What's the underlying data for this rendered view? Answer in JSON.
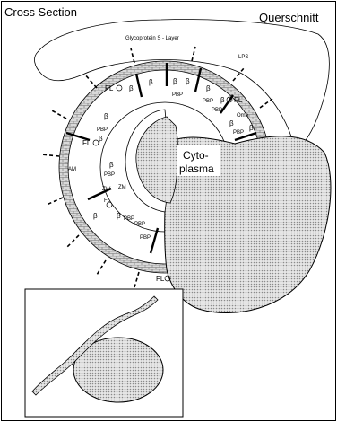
{
  "titles": {
    "left": "Cross Section",
    "right": "Querschnitt"
  },
  "outer_layer_label": "Glycoprotein S - Layer",
  "lps_label": "LPS",
  "cytoplasm": {
    "line1": "Cyto-",
    "line2": "plasma"
  },
  "labels": {
    "am": "AM",
    "zw": "ZW",
    "zm": "ZM",
    "fl": "FL",
    "beta": "β",
    "pbp": "PBP",
    "omp": "Omp"
  },
  "colors": {
    "line": "#000000",
    "fill_gray": "#cfcfcf",
    "brick": "#b8b8b8",
    "background": "#ffffff"
  },
  "inset": {
    "description_icon": "bacterium-with-flagellum-icon"
  }
}
